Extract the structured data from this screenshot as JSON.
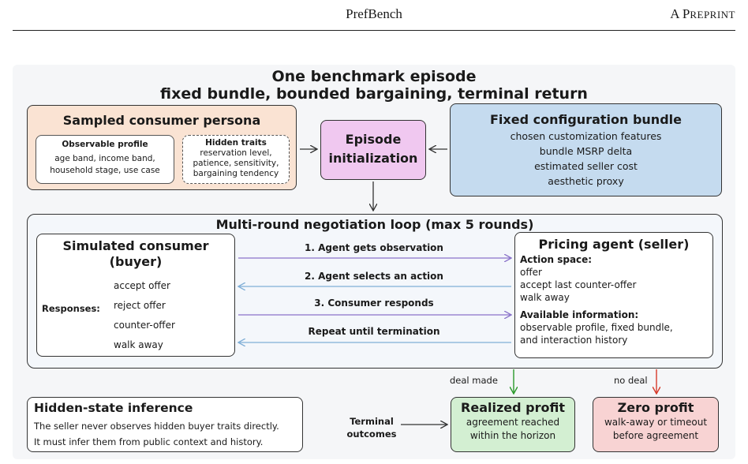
{
  "header": {
    "title": "PrefBench",
    "right_a": "A P",
    "right_b": "REPRINT"
  },
  "diagram": {
    "title_line1": "One benchmark episode",
    "title_line2": "fixed bundle, bounded bargaining, terminal return",
    "persona": {
      "title": "Sampled consumer persona",
      "observable": {
        "title": "Observable profile",
        "lines": [
          "age band, income band,",
          "household stage, use case"
        ]
      },
      "hidden": {
        "title": "Hidden traits",
        "lines": [
          "reservation level,",
          "patience, sensitivity,",
          "bargaining tendency"
        ]
      }
    },
    "init": {
      "line1": "Episode",
      "line2": "initialization"
    },
    "config": {
      "title": "Fixed configuration bundle",
      "lines": [
        "chosen customization features",
        "bundle MSRP delta",
        "estimated seller cost",
        "aesthetic proxy"
      ]
    },
    "loop": {
      "title": "Multi-round negotiation loop (max 5 rounds)",
      "consumer": {
        "title_line1": "Simulated consumer",
        "title_line2": "(buyer)",
        "responses_label": "Responses:",
        "responses": [
          "accept offer",
          "reject offer",
          "counter-offer",
          "walk away"
        ]
      },
      "steps": [
        "1. Agent gets observation",
        "2. Agent selects an action",
        "3. Consumer responds",
        "Repeat until termination"
      ],
      "agent": {
        "title": "Pricing agent (seller)",
        "action_title": "Action space:",
        "actions": [
          "offer",
          "accept last counter-offer",
          "walk away"
        ],
        "info_title": "Available information:",
        "info": [
          "observable profile, fixed bundle,",
          "and interaction history"
        ]
      }
    },
    "deal_made": "deal made",
    "no_deal": "no deal",
    "inference": {
      "title": "Hidden-state inference",
      "lines": [
        "The seller never observes hidden buyer traits directly.",
        "It must infer them from public context and history."
      ]
    },
    "terminal": {
      "line1": "Terminal",
      "line2": "outcomes"
    },
    "realized": {
      "title": "Realized profit",
      "lines": [
        "agreement reached",
        "within the horizon"
      ]
    },
    "zero": {
      "title": "Zero profit",
      "lines": [
        "walk-away or timeout",
        "before agreement"
      ]
    }
  }
}
